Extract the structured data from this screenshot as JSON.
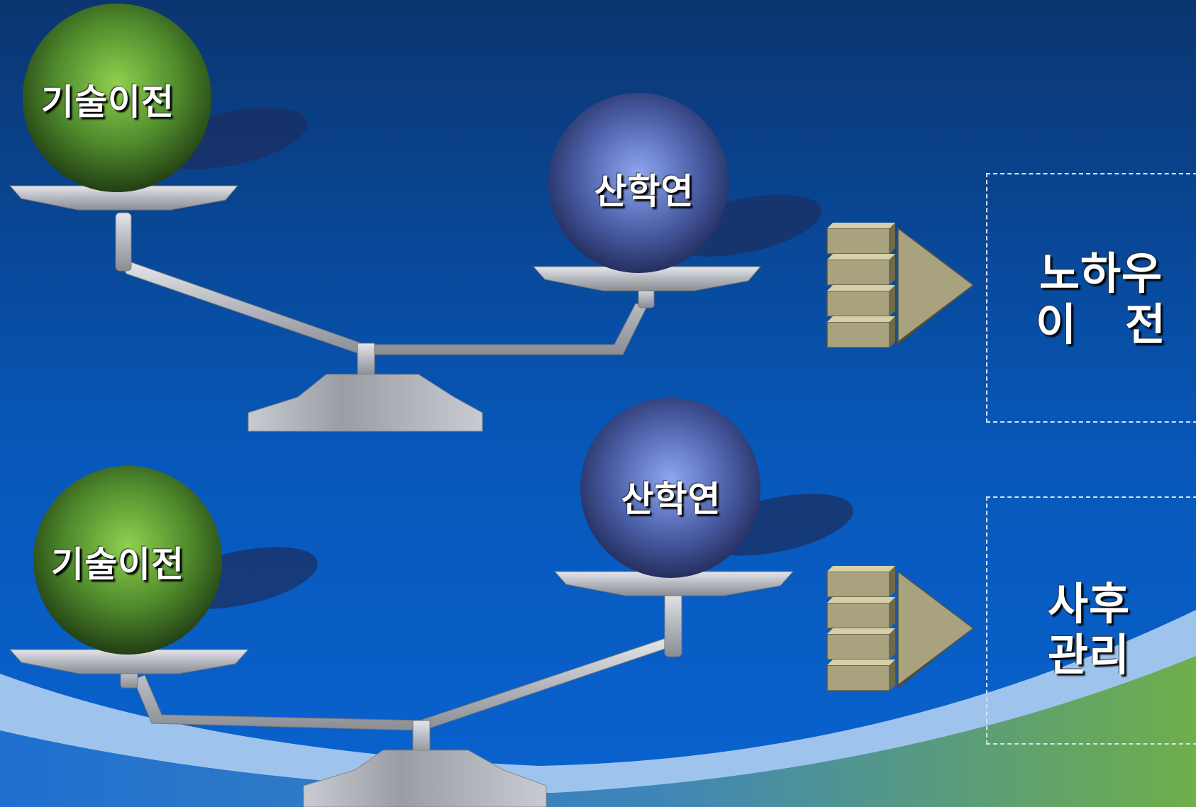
{
  "colors": {
    "bg_top": "#0b3a78",
    "bg_bottom": "#0a5cc8",
    "arc_light": "#9ec4ee",
    "arc_green": "#6aa84a",
    "ball_green": "#4f8a2c",
    "ball_blue": "#5a70b8",
    "scale_gray": "#b8bcc2",
    "arrow_khaki": "#a8a27e"
  },
  "scales": [
    {
      "left_ball": "기술이전",
      "right_ball": "산학연",
      "box_text": [
        "노하우",
        "이   전"
      ]
    },
    {
      "left_ball": "기술이전",
      "right_ball": "산학연",
      "box_text": [
        "사후",
        "관리"
      ]
    }
  ]
}
